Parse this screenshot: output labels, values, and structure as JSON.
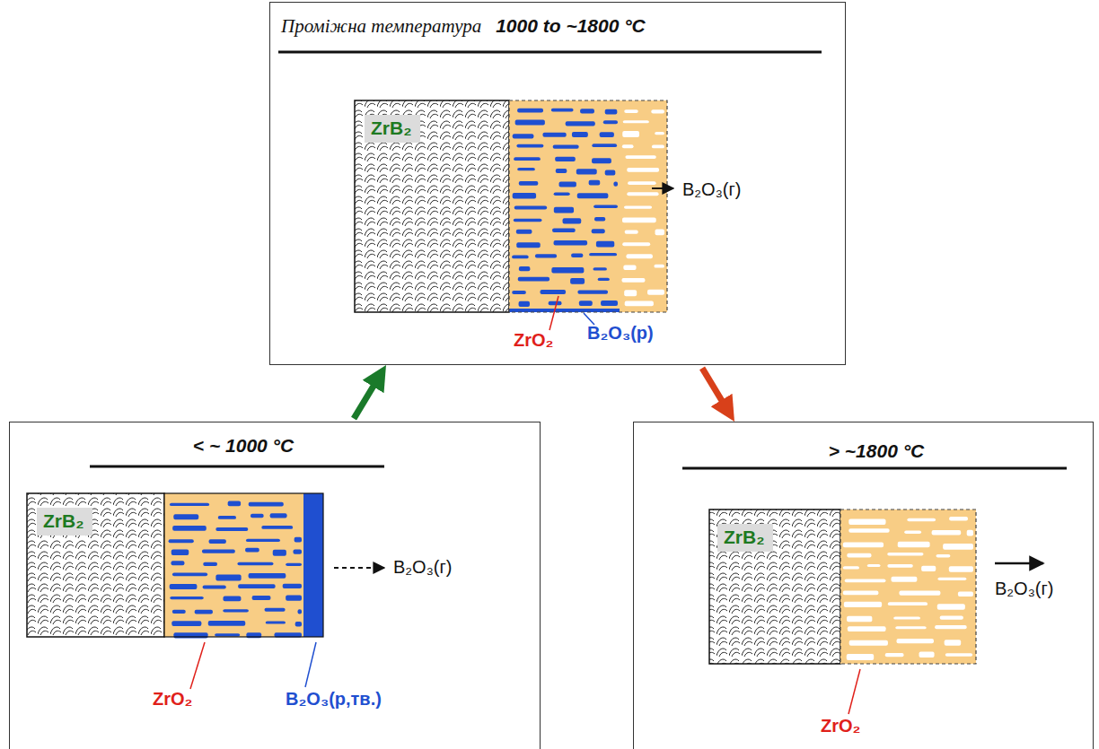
{
  "diagram": {
    "nodes": [
      {
        "text": [
          "Проміжна температура",
          "1000 to ~1800 °C"
        ]
      },
      {
        "text": [
          "ZrB₂"
        ],
        "in": 0
      },
      {
        "text": [
          "< ~ 1000 °C"
        ]
      },
      {
        "text": [
          "ZrB₂"
        ],
        "in": 2
      },
      {
        "text": [
          "> ~1800 °C"
        ]
      },
      {
        "text": [
          "ZrB₂"
        ],
        "in": 4
      }
    ],
    "edges": [
      {
        "from": 2,
        "to": 0,
        "arrow": "to"
      },
      {
        "from": 0,
        "to": 4,
        "arrow": "to"
      }
    ],
    "labels": [
      "B₂O₃(г)",
      "ZrO₂",
      "B₂O₃(р)",
      "B₂O₃(г)",
      "ZrO₂",
      "B₂O₃(р,тв.)",
      "B₂O₃(г)",
      "ZrO₂"
    ]
  }
}
